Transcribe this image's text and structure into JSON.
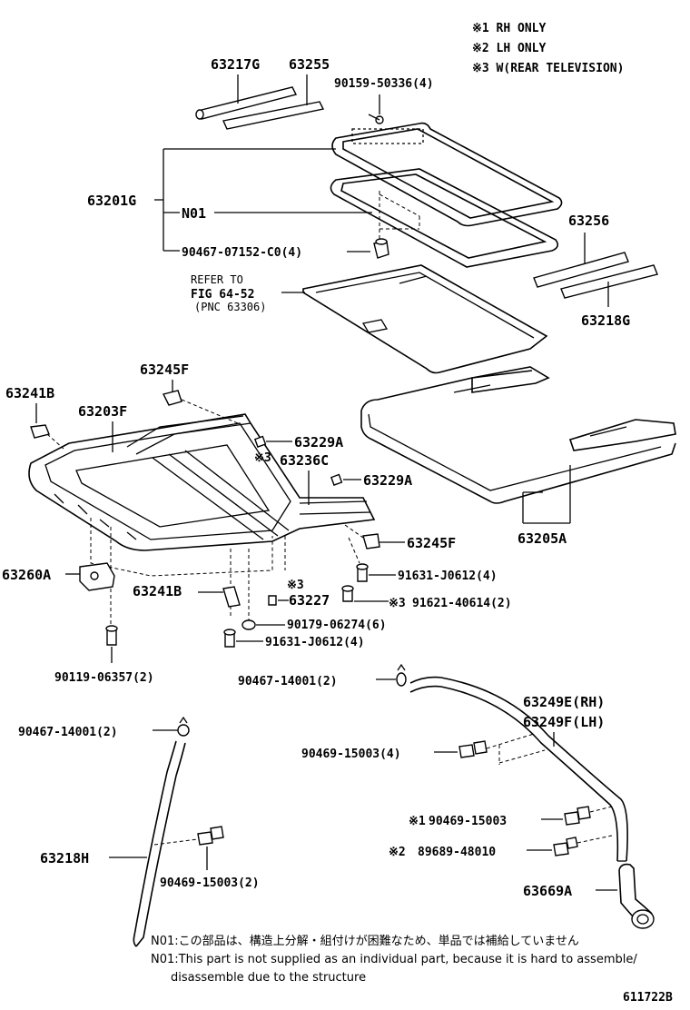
{
  "legend": [
    "※1 RH ONLY",
    "※2 LH ONLY",
    "※3 W(REAR TELEVISION)"
  ],
  "labels": {
    "p63217G": "63217G",
    "p63255": "63255",
    "p90159": "90159-50336(4)",
    "p63201G": "63201G",
    "pN01": "N01",
    "p90467_07152": "90467-07152-C0(4)",
    "p63256": "63256",
    "refer1": "REFER TO",
    "refer2": "FIG  64-52",
    "refer3": "(PNC 63306)",
    "p63218G": "63218G",
    "p63245F_top": "63245F",
    "p63241B_top": "63241B",
    "p63203F": "63203F",
    "p63229A_1": "63229A",
    "mark3_a": "※3",
    "p63236C": "63236C",
    "p63229A_2": "63229A",
    "p63245F_r": "63245F",
    "p63205A": "63205A",
    "p63260A": "63260A",
    "p63241B_b": "63241B",
    "mark3_b": "※3",
    "p63227": "63227",
    "p91631_a": "91631-J0612(4)",
    "mark3_c": "※3",
    "p91621": "91621-40614(2)",
    "p90179": "90179-06274(6)",
    "p91631_b": "91631-J0612(4)",
    "p90119": "90119-06357(2)",
    "p90467_14001_a": "90467-14001(2)",
    "p63249E": "63249E(RH)",
    "p63249F": "63249F(LH)",
    "p90467_14001_b": "90467-14001(2)",
    "p90469_15003_a": "90469-15003(4)",
    "mark1": "※1",
    "p90469_15003_b": "90469-15003",
    "mark2": "※2",
    "p89689": "89689-48010",
    "p63218H": "63218H",
    "p90469_15003_c": "90469-15003(2)",
    "p63669A": "63669A"
  },
  "notes": {
    "jp": "N01:この部品は、構造上分解・組付けが困難なため、単品では補給していません",
    "en1": "N01:This part is not supplied as an individual part,  because it is hard to assemble/",
    "en2": "disassemble due to the structure"
  },
  "figure_id": "611722B"
}
